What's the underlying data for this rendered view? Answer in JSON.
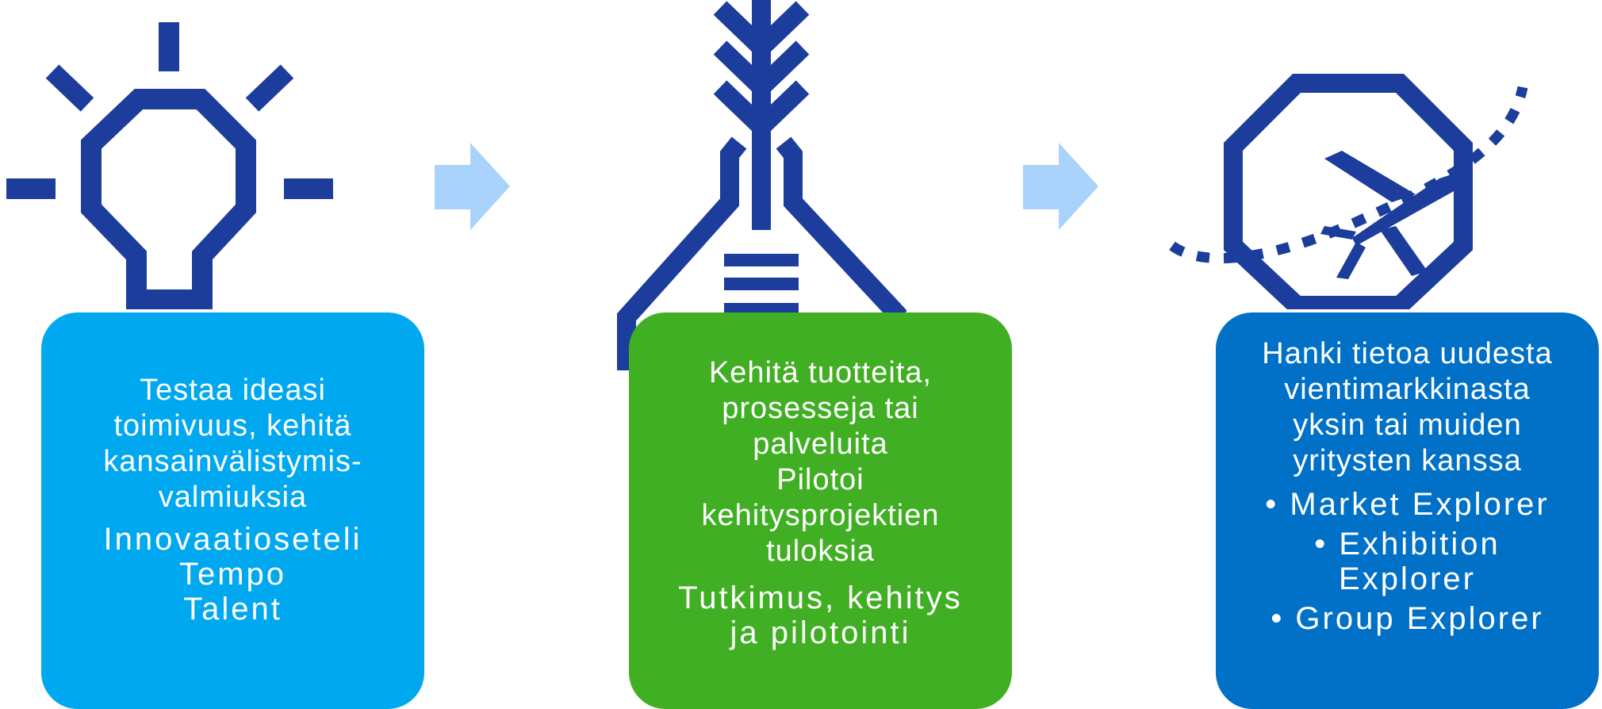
{
  "colors": {
    "icon_blue": "#1d3d9c",
    "arrow_blue": "#a9d3fa",
    "card_light_blue": "#00a8f0",
    "card_green": "#41af23",
    "card_dark_blue": "#0071c7"
  },
  "icons": {
    "step1": "lightbulb-icon",
    "step2": "flask-icon",
    "step3": "airplane-globe-icon",
    "arrow": "arrow-right-icon"
  },
  "steps": [
    {
      "description": [
        "Testaa ideasi",
        "toimivuus, kehitä",
        "kansainvälistymis-",
        "valmiuksia"
      ],
      "programs": [
        "Innovaatioseteli",
        "Tempo",
        "Talent"
      ]
    },
    {
      "description": [
        "Kehitä tuotteita,",
        "prosesseja tai",
        "palveluita",
        "Pilotoi",
        "kehitysprojektien",
        "tuloksia"
      ],
      "programs": [
        "Tutkimus, kehitys",
        "ja pilotointi"
      ]
    },
    {
      "description": [
        "Hanki tietoa uudesta",
        "vientimarkkinasta",
        "yksin tai muiden",
        "yritysten kanssa"
      ],
      "programs": [
        [
          "• Market Explorer"
        ],
        [
          "• Exhibition",
          "Explorer"
        ],
        [
          "• Group Explorer"
        ]
      ]
    }
  ]
}
